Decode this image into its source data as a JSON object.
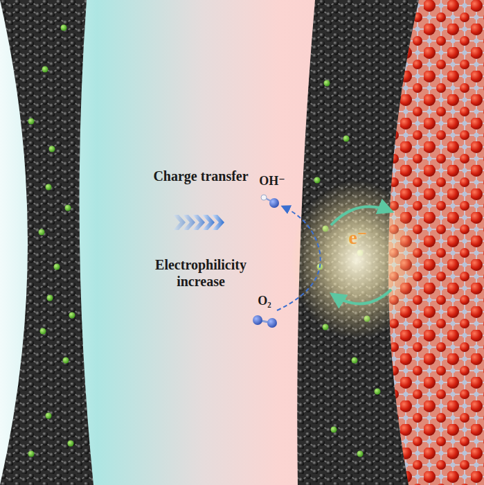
{
  "diagram": {
    "labels": [
      "Charge transfer",
      "Electrophilicity increase",
      "OH⁻",
      "O₂",
      "e⁻"
    ]
  }
}
